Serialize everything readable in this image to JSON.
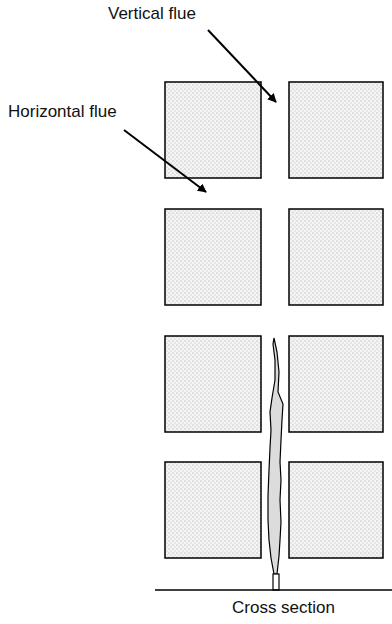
{
  "diagram": {
    "labels": [
      "Vertical flue",
      "Horizontal flue",
      "Cross section"
    ]
  }
}
